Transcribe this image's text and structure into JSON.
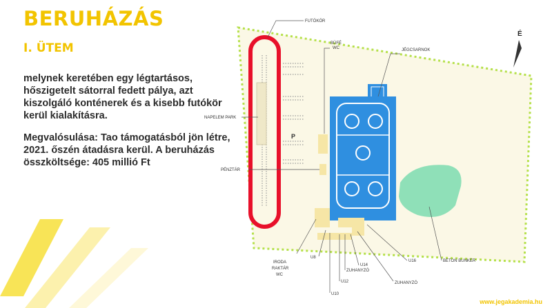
{
  "title": "BERUHÁZÁS",
  "subtitle": "I. ÜTEM",
  "description": "melynek keretében egy légtartásos, hőszigetelt sátorral fedett pálya, azt kiszolgáló konténerek és a kisebb futókör kerül kialakításra.",
  "realization": "Megvalósulása: Tao támogatásból jön létre, 2021. őszén átadásra kerül. A beruházás összköltsége: 405 millió Ft",
  "map": {
    "compass": "É",
    "parking": "P",
    "labels": {
      "futokor": "FUTÓKÖR",
      "bufe": "BÜFÉ",
      "wc": "WC",
      "jegcsarnok": "JÉGCSARNOK",
      "napelem": "NAPELEM PARK",
      "penztar": "PÉNZTÁR",
      "iroda": "IRODA",
      "raktar": "RAKTÁR",
      "iroda_wc": "WC",
      "u8": "U8",
      "u10": "U10",
      "u12": "U12",
      "u14": "U14",
      "u16": "U16",
      "zuhanyzo1": "ZUHANYZÓ",
      "zuhanyzo2": "ZUHANYZÓ",
      "beton_bunker": "BETON BUNKER"
    },
    "colors": {
      "boundary": "#b5e04a",
      "site": "#fbf8e6",
      "track": "#e8102a",
      "rink": "#2f8fe0",
      "bunker": "#8fe0b8",
      "container": "#f6e6a6"
    }
  },
  "footer": "www.jegakademia.hu"
}
